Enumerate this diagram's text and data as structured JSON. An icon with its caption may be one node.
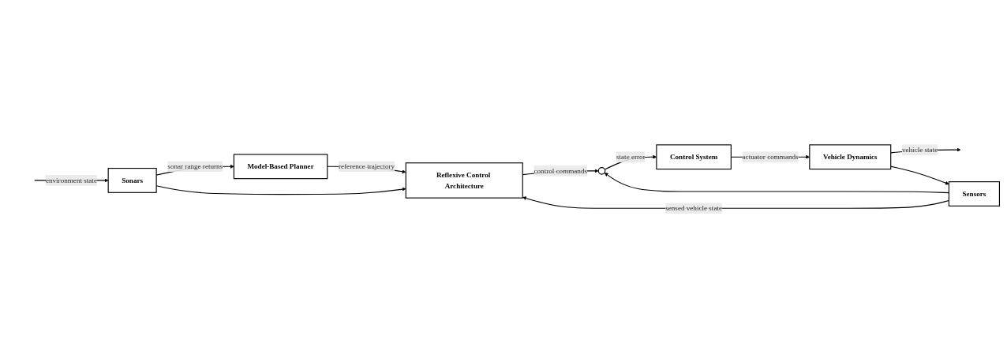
{
  "diagram": {
    "nodes": [
      {
        "text": [
          "Model-Based Planner"
        ]
      },
      {
        "text": [
          "Reflexive Control Architecture"
        ]
      },
      {
        "text": [],
        "shape": "circle"
      },
      {
        "text": [
          "Control System"
        ]
      },
      {
        "text": [
          "Vehicle Dynamics"
        ]
      },
      {
        "text": [
          "Sensors"
        ]
      },
      {
        "text": [
          "Sonars"
        ]
      }
    ],
    "edges": [
      {
        "from": 0,
        "to": 1,
        "arrow": "to",
        "label": "reference trajectory"
      },
      {
        "from": 1,
        "to": 2,
        "arrow": "to",
        "label": "control commands"
      },
      {
        "from": 2,
        "to": 3,
        "arrow": "to",
        "label": "state error"
      },
      {
        "from": 3,
        "to": 4,
        "arrow": "to",
        "label": "actuator commands"
      },
      {
        "from": 4,
        "to": null,
        "arrow": "to",
        "label": "vehicle state"
      },
      {
        "from": 4,
        "to": 5,
        "arrow": "to"
      },
      {
        "from": 5,
        "to": 1,
        "arrow": "to",
        "label": "sensed vehicle state"
      },
      {
        "from": 5,
        "to": 2,
        "arrow": "to"
      },
      {
        "from": null,
        "to": 6,
        "arrow": "to",
        "label": "environment state"
      },
      {
        "from": 6,
        "to": 0,
        "arrow": "to",
        "label": "sonar range returns"
      },
      {
        "from": 6,
        "to": 1,
        "arrow": "to"
      }
    ]
  }
}
